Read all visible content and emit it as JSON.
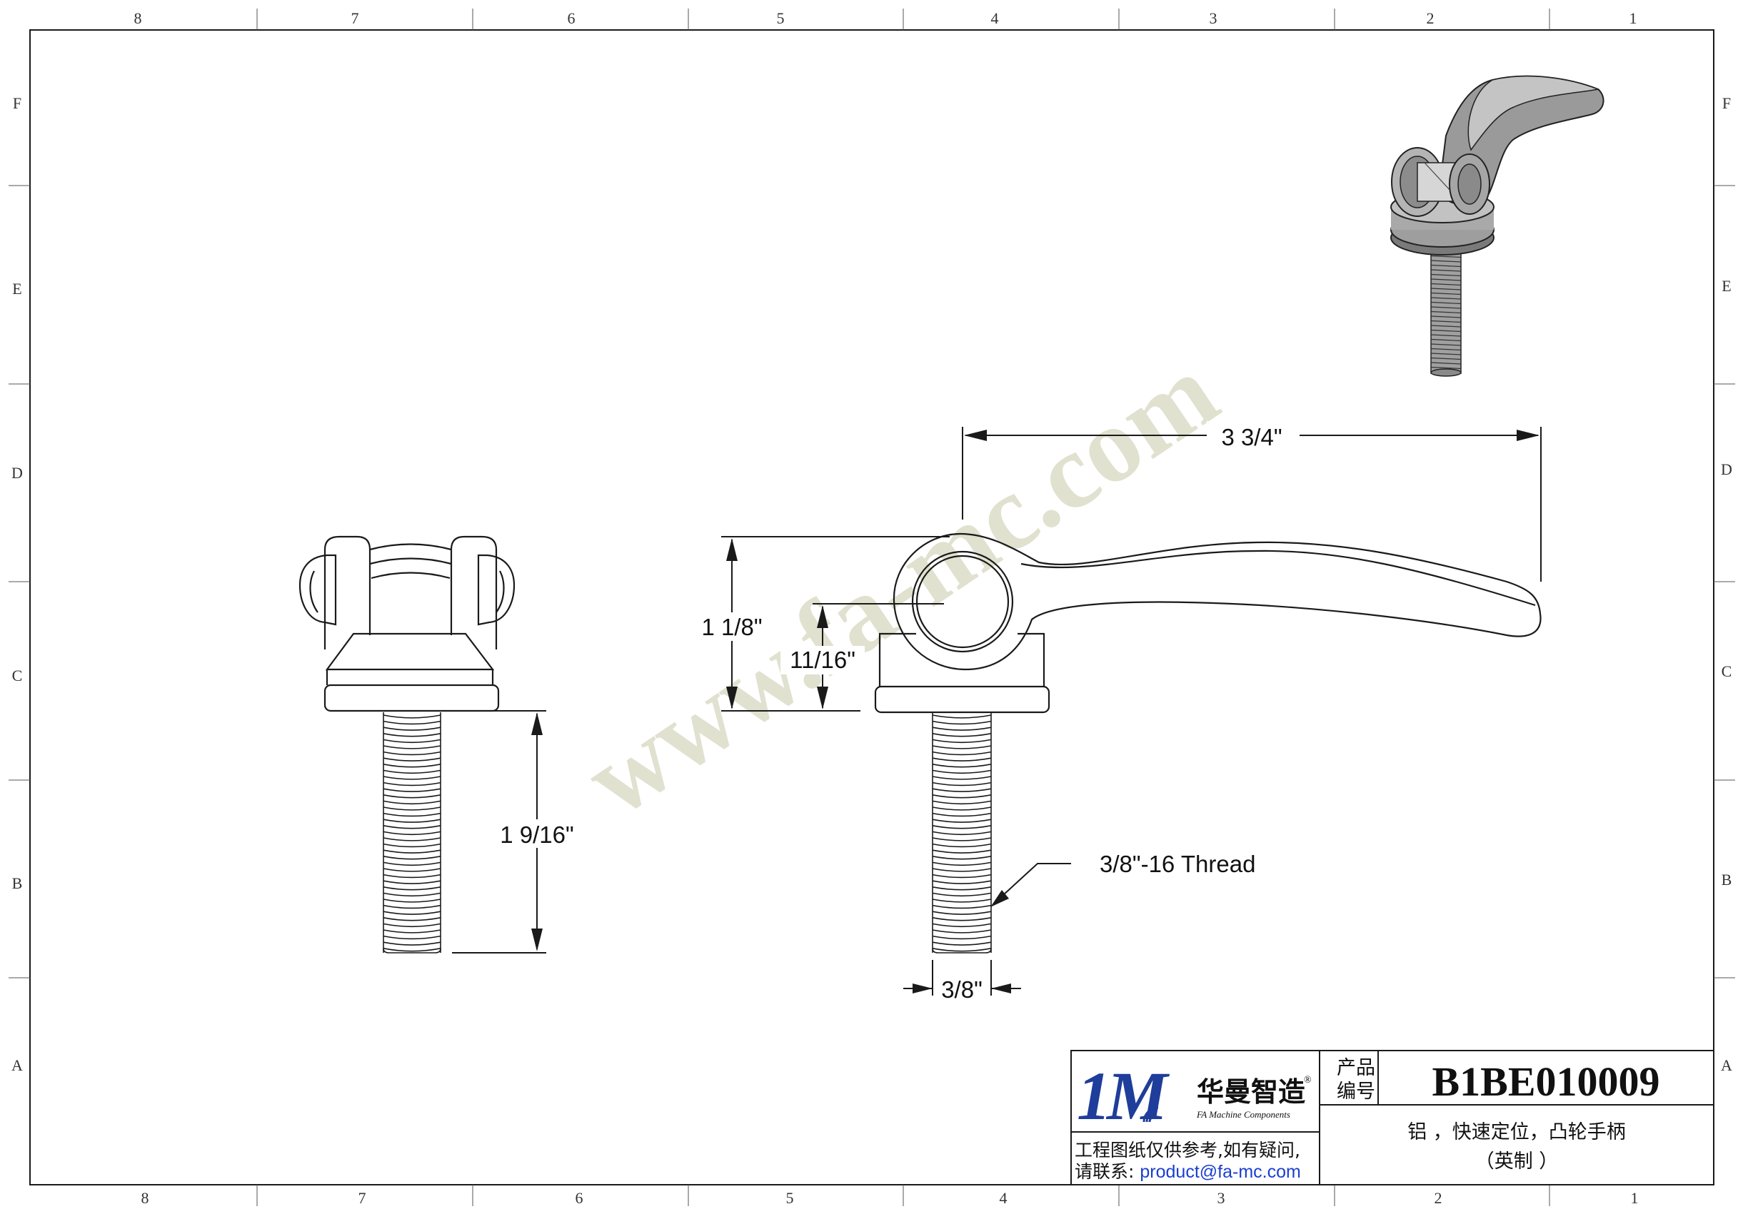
{
  "drawing": {
    "zone_columns": [
      "8",
      "7",
      "6",
      "5",
      "4",
      "3",
      "2",
      "1"
    ],
    "zone_rows": [
      "F",
      "E",
      "D",
      "C",
      "B",
      "A"
    ],
    "watermark": "www.fa-mc.com"
  },
  "dimensions": {
    "overall_length": "3 3/4\"",
    "overall_height": "1 1/8\"",
    "pivot_height": "11/16\"",
    "thread_length": "1 9/16\"",
    "thread_diameter": "3/8\"",
    "thread_callout": "3/8\"-16 Thread"
  },
  "title_block": {
    "logo_mark": "1M",
    "brand_cn": "华曼智造",
    "brand_en": "FA Machine Components",
    "registered": "®",
    "product_no_label_1": "产品",
    "product_no_label_2": "编号",
    "product_no": "B1BE010009",
    "description_line1": "铝 ，快速定位，凸轮手柄",
    "description_line2": "（英制 ）",
    "note_line1": "工程图纸仅供参考,如有疑问,",
    "note_line2_prefix": "请联系:",
    "note_email": "product@fa-mc.com"
  },
  "colors": {
    "line": "#1a1a1a",
    "watermark": "#d9d9c4",
    "logo_green": "#3a8b2a",
    "logo_blue": "#1f3d9a",
    "email_blue": "#1a3fd0",
    "render_grey": "#9a9a9a"
  }
}
